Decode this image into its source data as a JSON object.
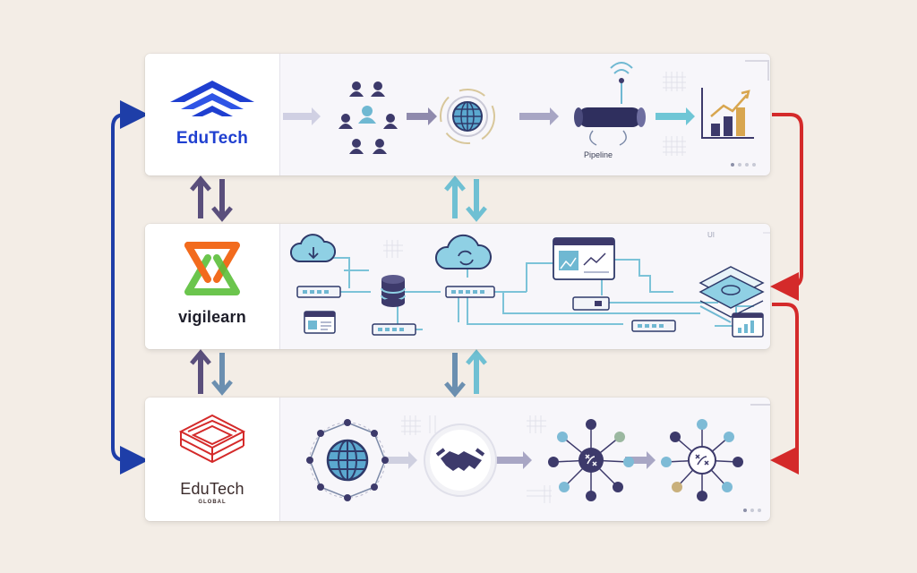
{
  "brands": {
    "top": {
      "name": "EduTech",
      "color": "#1f3fd0"
    },
    "middle": {
      "name": "vigilearn",
      "color": "#1e1e2a"
    },
    "bottom": {
      "name": "EduTech",
      "sub": "GLOBAL",
      "color": "#3a2a2a"
    }
  },
  "labels": {
    "pipeline": "Pipeline",
    "ui_tag": "UI"
  },
  "colors": {
    "background": "#f3ede6",
    "left_connector": "#1e3ea8",
    "right_connector": "#d42a2a",
    "dark_arrow": "#5a4f7c",
    "teal_arrow": "#6fc0d3",
    "icon_navy": "#3d3a6b",
    "icon_teal": "#6fb8d2"
  },
  "icons": {
    "top_flow": [
      "people-network-icon",
      "globe-icon",
      "pipeline-icon",
      "bar-chart-icon"
    ],
    "middle_flow": [
      "cloud-icon",
      "database-icon",
      "cloud-sync-icon",
      "dashboard-window-icon",
      "layers-stack-icon",
      "router-icon",
      "mini-chart-icon"
    ],
    "bottom_flow": [
      "globe-network-icon",
      "handshake-icon",
      "strategy-hub-icon",
      "strategy-hub-icon"
    ]
  }
}
